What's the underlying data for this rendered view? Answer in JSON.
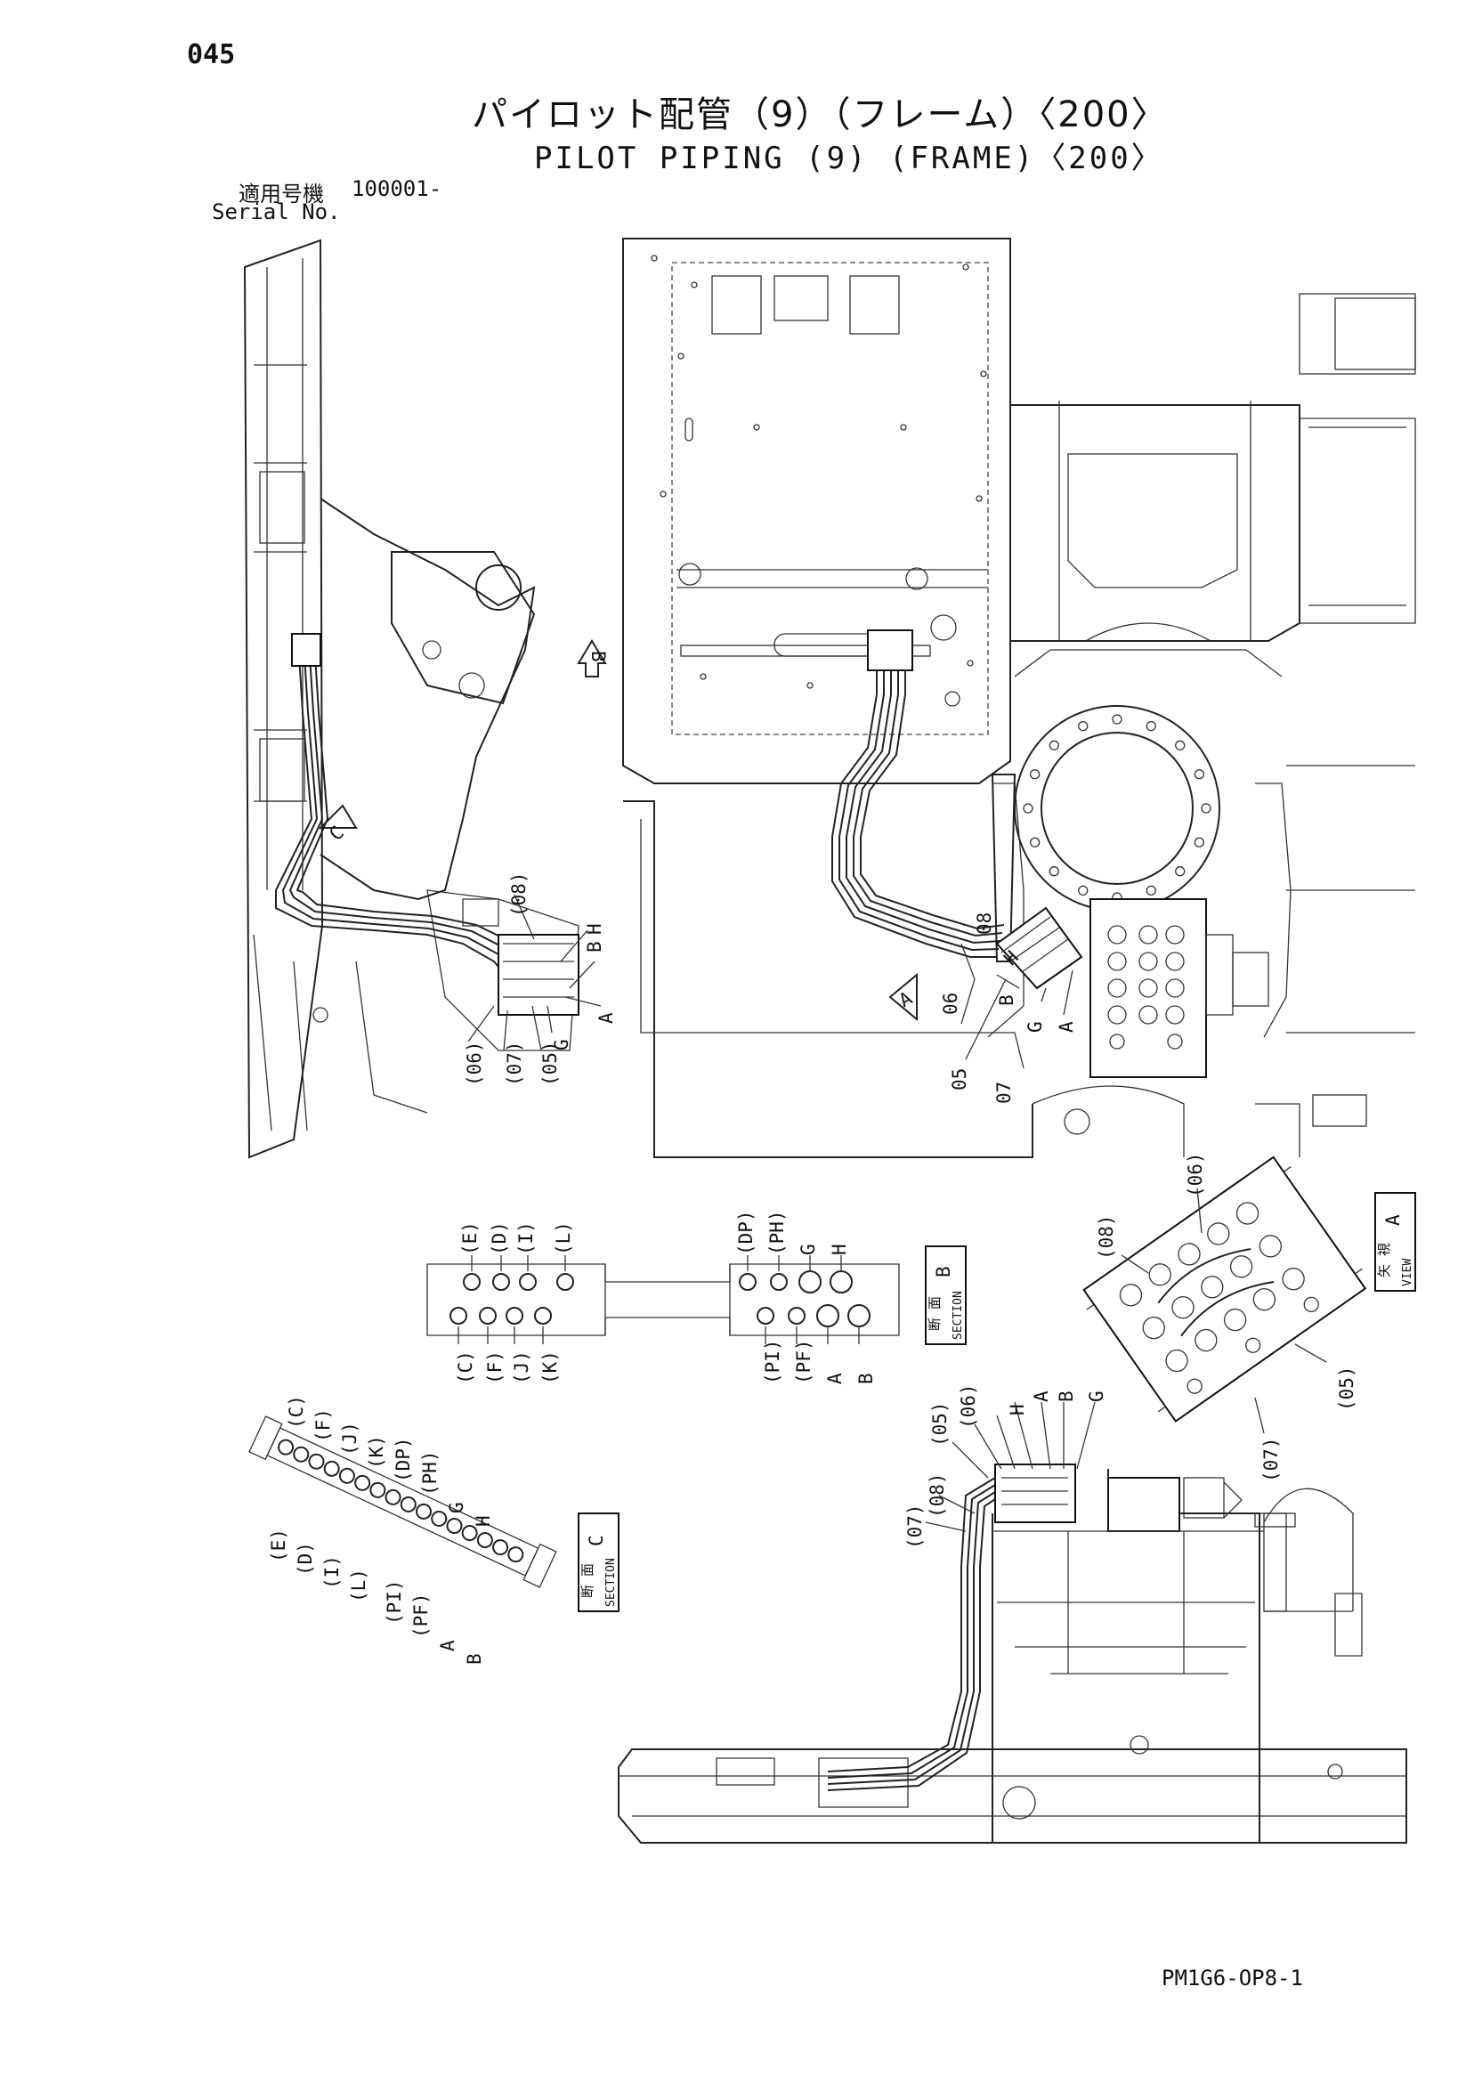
{
  "page_number": "045",
  "title_jp": "パイロット配管（9）（フレーム）〈200〉",
  "title_en": "PILOT PIPING (9) (FRAME)〈200〉",
  "serial": {
    "label_jp": "適用号機",
    "label_en": "Serial No.",
    "value": "100001-"
  },
  "doc_code": "PM1G6-OP8-1",
  "view_markers": {
    "b": "B",
    "c": "C",
    "a": "A"
  },
  "left_view": {
    "labels": [
      "(08)",
      "B",
      "H",
      "A",
      "G",
      "(05)",
      "(07)",
      "(06)"
    ]
  },
  "main_view": {
    "labels": [
      "08",
      "06",
      "B",
      "H",
      "G",
      "A",
      "05",
      "07"
    ]
  },
  "section_b": {
    "tag_letter": "B",
    "tag_jp": "断 面",
    "tag_en": "SECTION",
    "top_row": [
      "(E)",
      "(D)",
      "(I)",
      "(L)",
      "(DP)",
      "(PH)",
      "G",
      "H"
    ],
    "bottom_row": [
      "(C)",
      "(F)",
      "(J)",
      "(K)",
      "(PI)",
      "(PF)",
      "A",
      "B"
    ]
  },
  "view_a": {
    "tag_letter": "A",
    "tag_jp": "矢 視",
    "tag_en": "VIEW",
    "labels": [
      "(06)",
      "(08)",
      "(05)",
      "(07)"
    ]
  },
  "section_c": {
    "tag_letter": "C",
    "tag_jp": "断 面",
    "tag_en": "SECTION",
    "labels": [
      "(C)",
      "(F)",
      "(J)",
      "(K)",
      "(DP)",
      "(PH)",
      "G",
      "H",
      "(E)",
      "(D)",
      "(I)",
      "(L)",
      "(PI)",
      "(PF)",
      "A",
      "B"
    ]
  },
  "bottom_view": {
    "labels": [
      "(06)",
      "(05)",
      "(08)",
      "(07)",
      "H",
      "A",
      "B",
      "G"
    ]
  }
}
